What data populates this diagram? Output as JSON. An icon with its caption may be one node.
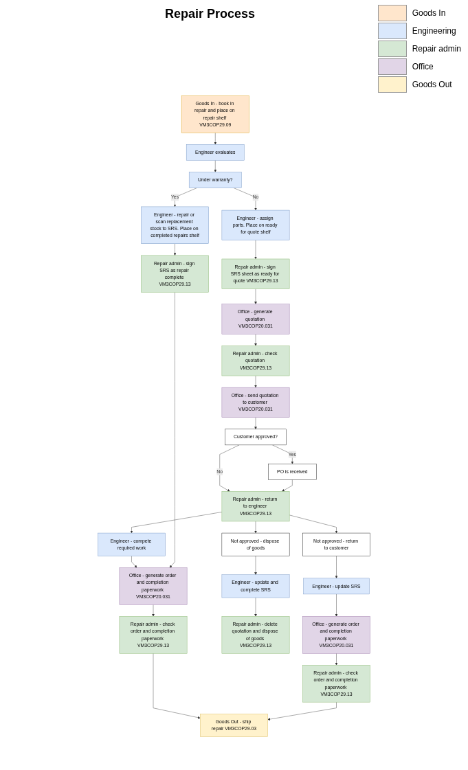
{
  "diagram": {
    "title": "Repair Process",
    "nodes": [
      {
        "text": [
          "Goods In - book in repair and place on repair shelf VM3COP29.09"
        ]
      },
      {
        "text": [
          "Engineer evaluates"
        ]
      },
      {
        "text": [
          "Under warranty?"
        ]
      },
      {
        "text": [
          "Engineer - assign parts. Place on ready for quote shelf"
        ]
      },
      {
        "text": [
          "Engineer - repair or scan replacement stock to SRS. Place on completed repairs shelf"
        ]
      },
      {
        "text": [
          "Repair admin - sign SRS sheet as ready for quote VM3COP29.13"
        ]
      },
      {
        "text": [
          "Repair admin - sign SRS as repair complete VM3COP29.13"
        ]
      },
      {
        "text": [
          "Office - generate quotation VM3COP20.031"
        ]
      },
      {
        "text": [
          "Repair admin - check quotation VM3COP29.13"
        ]
      },
      {
        "text": [
          "Office - send quotation to customer VM3COP20.031"
        ]
      },
      {
        "text": [
          "Customer approved?"
        ]
      },
      {
        "text": [
          "PO is received"
        ]
      },
      {
        "text": [
          "Repair admin - return to engineer VM3COP29.13"
        ]
      },
      {
        "text": [
          "Engineer - compete required work"
        ]
      },
      {
        "text": [
          "Office - generate order and completion paperwork VM3COP20.031"
        ]
      },
      {
        "text": [
          "Not approved - dispose of goods"
        ]
      },
      {
        "text": [
          "Not approved - return to customer"
        ]
      },
      {
        "text": [
          "Repair admin - check order and completion paperwork VM3COP29.13"
        ]
      },
      {
        "text": [
          "Engineer - update and complete SRS"
        ]
      },
      {
        "text": [
          "Engineer - update SRS"
        ]
      },
      {
        "text": [
          "Goods Out - ship repair VM3COP29.03"
        ]
      },
      {
        "text": [
          "Repair admin - delete quotation and dispose of goods VM3COP29.13"
        ]
      },
      {
        "text": [
          "Office - generate order and completion paperwork VM3COP20.031"
        ]
      },
      {
        "text": [
          "Repair admin - check order and completion paperwork VM3COP29.13"
        ]
      }
    ],
    "edges": [
      {
        "from": 0,
        "to": 1,
        "arrow": "to"
      },
      {
        "from": 1,
        "to": 2,
        "arrow": "to"
      },
      {
        "from": 2,
        "to": 3,
        "arrow": "to",
        "label": "No"
      },
      {
        "from": 2,
        "to": 4,
        "arrow": "to",
        "label": "Yes"
      },
      {
        "from": 3,
        "to": 5,
        "arrow": "to"
      },
      {
        "from": 4,
        "to": 6,
        "arrow": "to"
      },
      {
        "from": 5,
        "to": 7,
        "arrow": "to"
      },
      {
        "from": 7,
        "to": 8,
        "arrow": "to"
      },
      {
        "from": 8,
        "to": 9,
        "arrow": "to"
      },
      {
        "from": 9,
        "to": 10,
        "arrow": "to"
      },
      {
        "from": 10,
        "to": 11,
        "arrow": "to",
        "label": "Yes"
      },
      {
        "from": 10,
        "to": 12,
        "arrow": "to",
        "label": "No"
      },
      {
        "from": 11,
        "to": 12,
        "arrow": "to"
      },
      {
        "from": 12,
        "to": 13,
        "arrow": "to"
      },
      {
        "from": 13,
        "to": 14,
        "arrow": "to"
      },
      {
        "from": 6,
        "to": 14,
        "arrow": "to"
      },
      {
        "from": 12,
        "to": 15,
        "arrow": "to"
      },
      {
        "from": 12,
        "to": 16,
        "arrow": "to"
      },
      {
        "from": 14,
        "to": 17,
        "arrow": "to"
      },
      {
        "from": 15,
        "to": 18,
        "arrow": "to"
      },
      {
        "from": 16,
        "to": 19,
        "arrow": "to"
      },
      {
        "from": 17,
        "to": 20,
        "arrow": "to"
      },
      {
        "from": 18,
        "to": 21,
        "arrow": "to"
      },
      {
        "from": 19,
        "to": 22,
        "arrow": "to"
      },
      {
        "from": 22,
        "to": 23,
        "arrow": "to"
      },
      {
        "from": 23,
        "to": 20,
        "arrow": "to"
      }
    ],
    "legend": [
      {
        "text": "Goods In",
        "color": "#ffe6cc"
      },
      {
        "text": "Engineering",
        "color": "#dae8fc"
      },
      {
        "text": "Repair admin",
        "color": "#d5e8d4"
      },
      {
        "text": "Office",
        "color": "#e1d5e7"
      },
      {
        "text": "Goods Out",
        "color": "#fff2cc"
      }
    ]
  }
}
